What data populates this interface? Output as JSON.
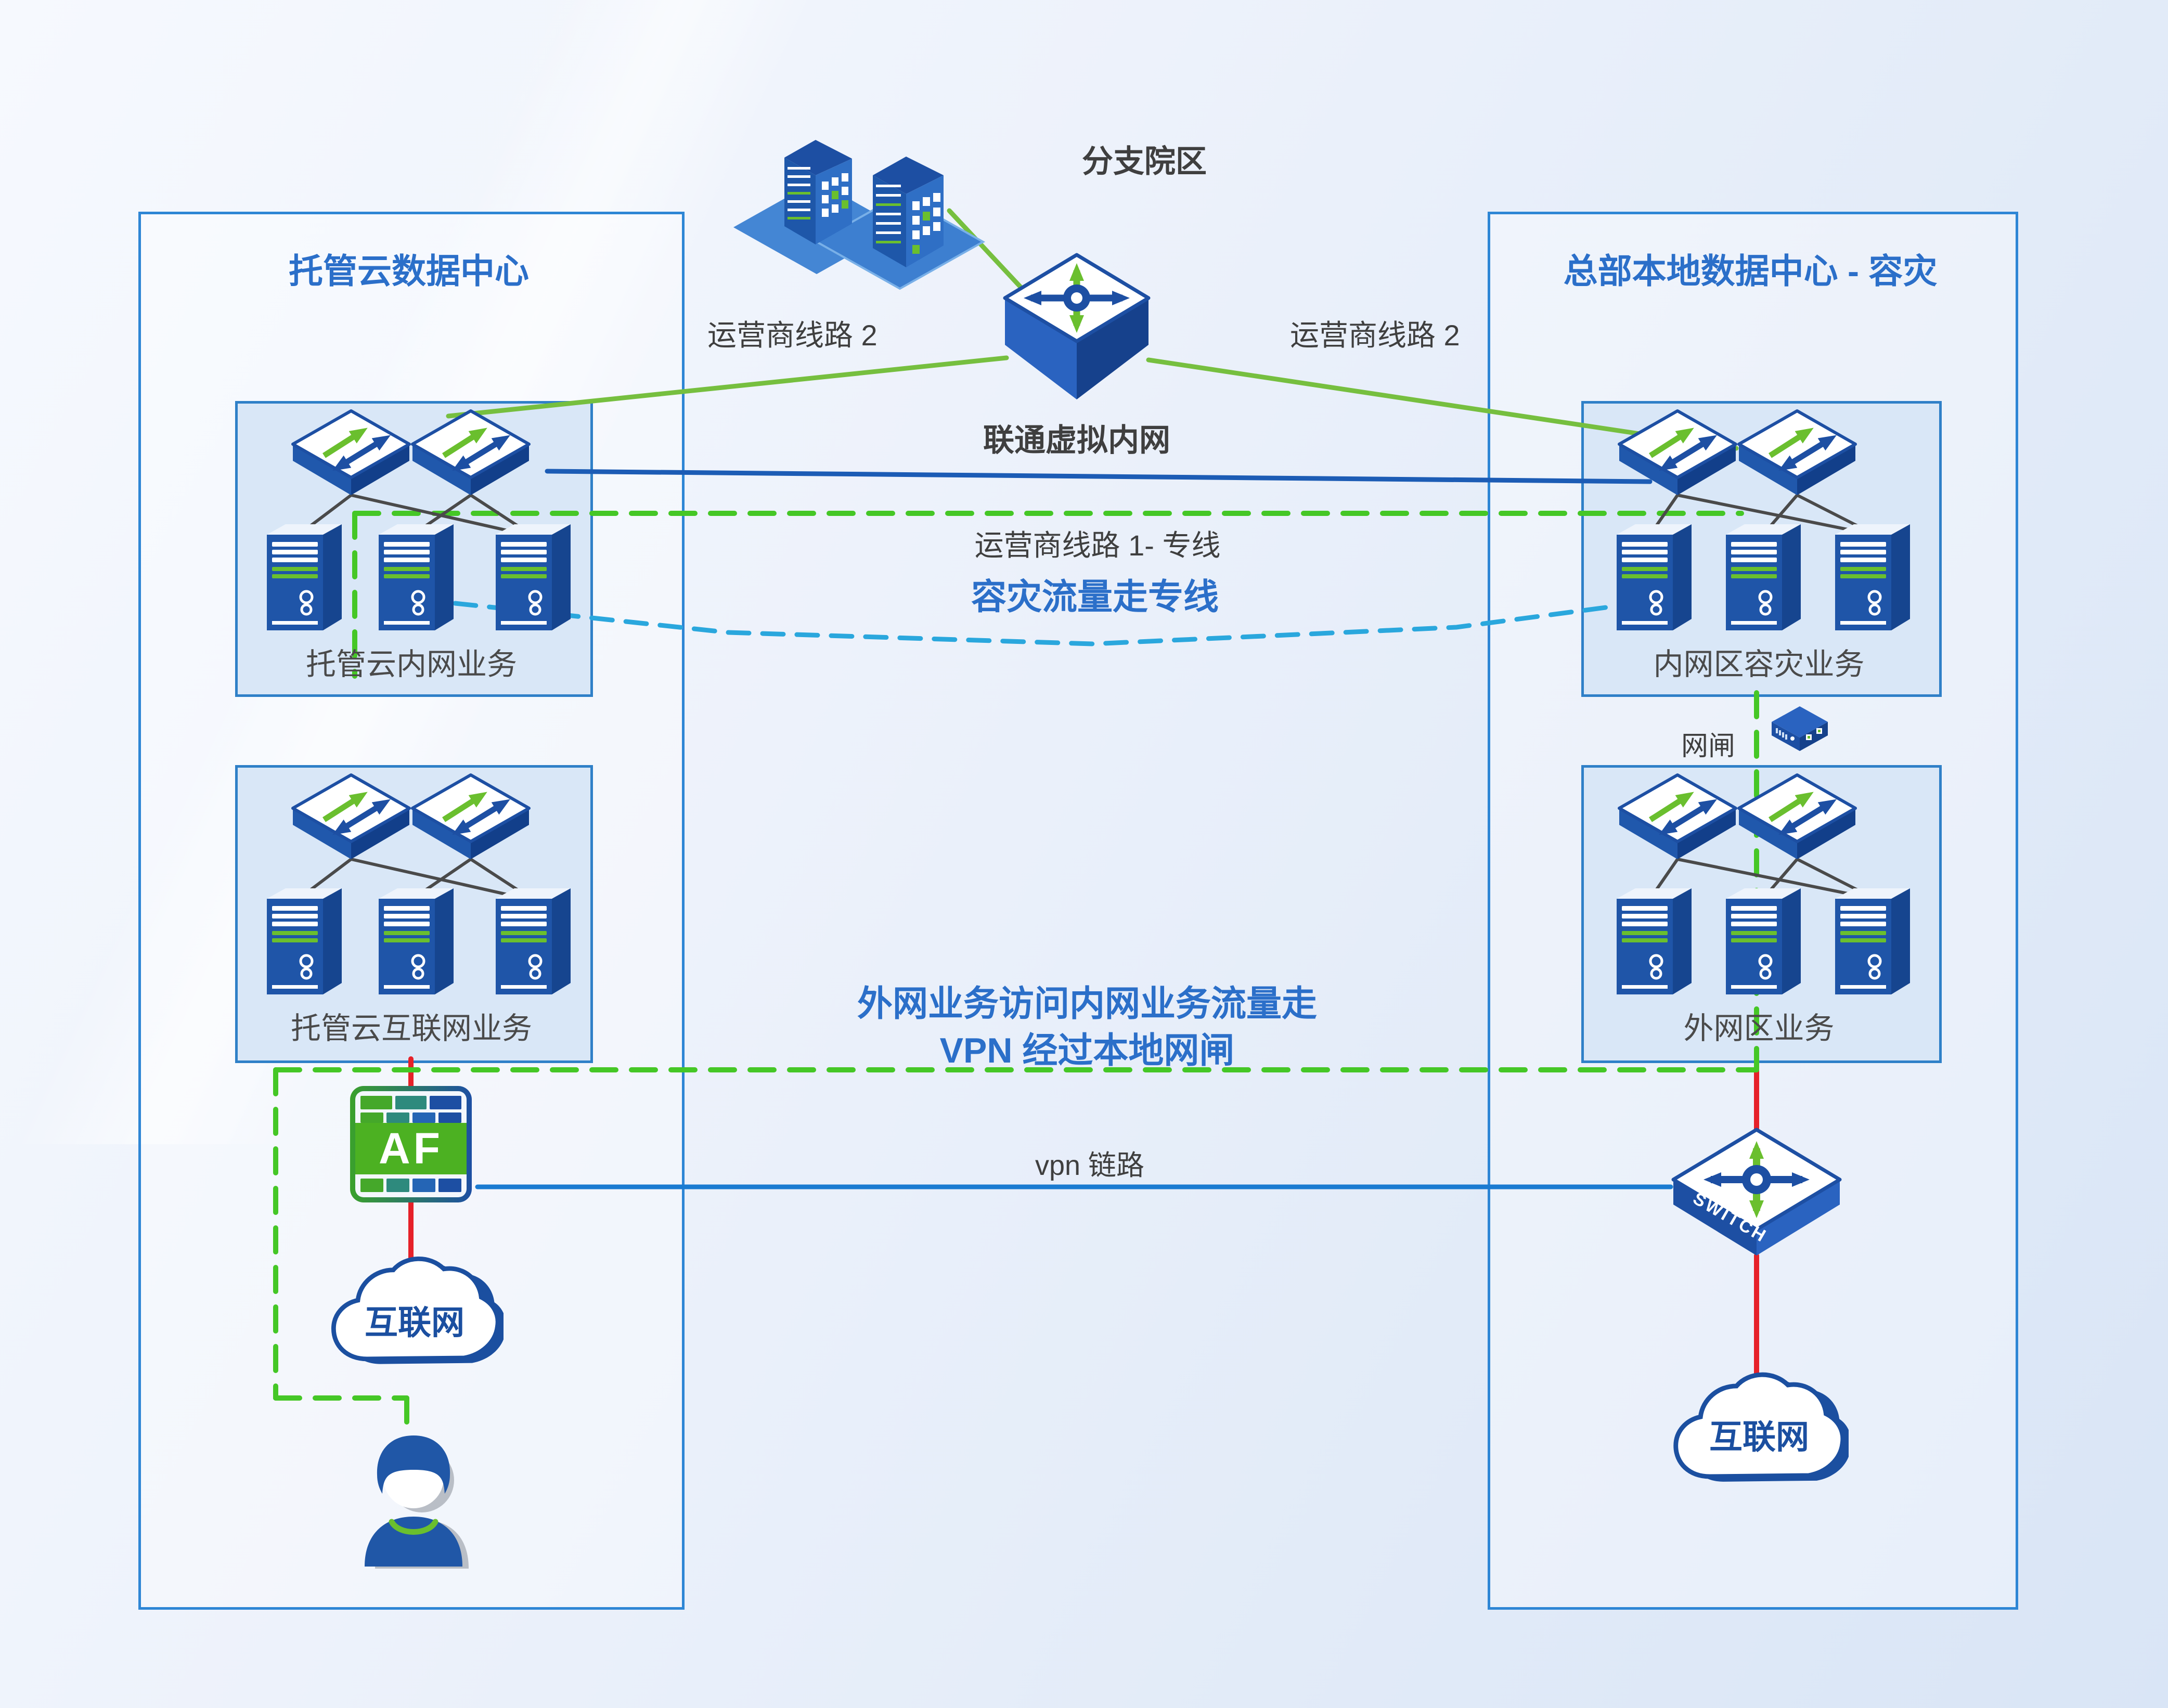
{
  "header": {
    "branch_campus": "分支院区",
    "unicom_core": "联通虚拟内网"
  },
  "left_dc": {
    "title": "托管云数据中心",
    "zone1_label": "托管云内网业务",
    "zone2_label": "托管云互联网业务",
    "internet_label": "互联网"
  },
  "right_dc": {
    "title": "总部本地数据中心 - 容灾",
    "zone1_label": "内网区容灾业务",
    "zone2_label": "外网区业务",
    "gatekeeper_label": "网闸",
    "switch_label": "SWITCH",
    "internet_label": "互联网"
  },
  "firewall": {
    "label": "AF"
  },
  "links": {
    "carrier_line2_left": "运营商线路 2",
    "carrier_line2_right": "运营商线路 2",
    "carrier_line1": "运营商线路 1- 专线",
    "dr_traffic_note": "容灾流量走专线",
    "vpn_note_line1": "外网业务访问内网业务流量走",
    "vpn_note_line2": "VPN 经过本地网闸",
    "vpn_link_label": "vpn 链路"
  },
  "colors": {
    "accent_blue": "#2b6fc9",
    "box_border": "#2e86d5",
    "green_solid": "#76bf3f",
    "green_dashed": "#45c726",
    "cyan_dashed": "#2aa7dd",
    "red_line": "#e62129",
    "blue_line": "#1c5cb5"
  }
}
